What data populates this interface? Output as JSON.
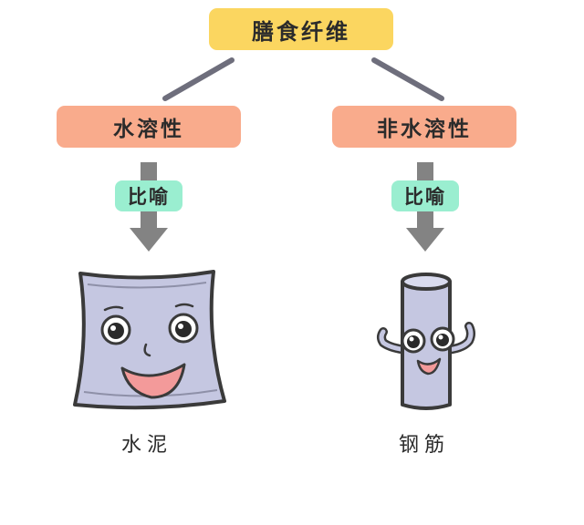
{
  "diagram": {
    "root_label": "膳食纤维",
    "branches": [
      {
        "label": "水溶性",
        "metaphor": "比喻",
        "object_label": "水泥",
        "object_icon": "cement-bag-icon"
      },
      {
        "label": "非水溶性",
        "metaphor": "比喻",
        "object_label": "钢筋",
        "object_icon": "steel-bar-icon"
      }
    ]
  },
  "colors": {
    "root": "#fbd660",
    "category": "#f9ab8c",
    "metaphor": "#9aeed0",
    "connector": "#6e6e7c",
    "arrow": "#838383",
    "object_fill": "#c5c7e1",
    "outline": "#3a3a3a"
  }
}
